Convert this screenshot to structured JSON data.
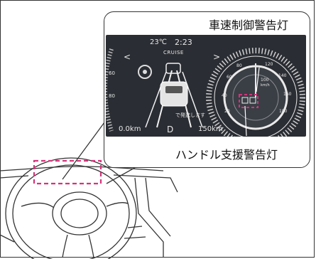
{
  "callouts": {
    "speed_control_warning": "車速制御警告灯",
    "steering_assist_warning": "ハンドル支援警告灯"
  },
  "display": {
    "temperature": "23℃",
    "clock": "2:23",
    "mode_label": "CRUISE",
    "left_arrow": "<",
    "right_arrow": ">",
    "status_message": "で発進します",
    "trip_distance": "0.0km",
    "gear": "D",
    "range": "150km",
    "speed_unit": "km/h",
    "speed_value": "100",
    "speedometer_ticks": [
      "20",
      "40",
      "60",
      "80",
      "100",
      "120",
      "140",
      "160",
      "180"
    ],
    "tach_ticks": [
      "60",
      "80"
    ]
  },
  "colors": {
    "highlight": "#d6337a",
    "panel_bg": "#2a2d33"
  }
}
